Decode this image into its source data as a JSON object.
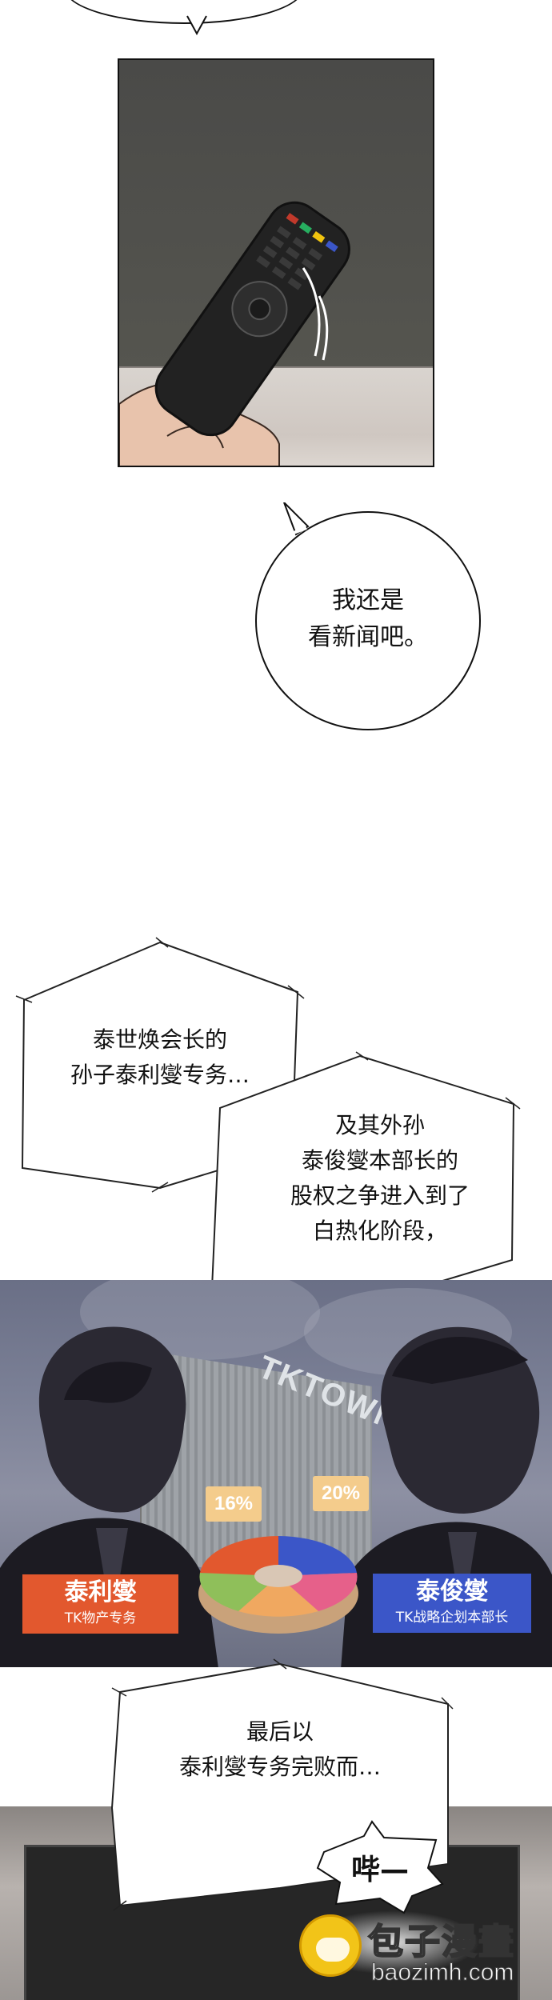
{
  "panels": {
    "bubble_news": {
      "lines": [
        "我还是",
        "看新闻吧。"
      ]
    },
    "caption_1": {
      "lines": [
        "泰世焕会长的",
        "孙子泰利燮专务…"
      ]
    },
    "caption_2": {
      "lines": [
        "及其外孙",
        "泰俊燮本部长的",
        "股权之争进入到了",
        "白热化阶段，"
      ]
    },
    "infographic": {
      "building_sign": "TKTOWN",
      "left_name": "泰利燮",
      "left_title": "TK物产专务",
      "right_name": "泰俊燮",
      "right_title": "TK战略企划本部长",
      "left_percent": "16%",
      "right_percent": "20%",
      "colors": {
        "left_box": "#e2582e",
        "right_box": "#3b56c8",
        "percent_tag": "#f4cc8c",
        "slices": [
          "#3b56c8",
          "#e6608a",
          "#f0a860",
          "#8fbf5a",
          "#e2582e"
        ]
      }
    },
    "caption_3": {
      "lines": [
        "最后以",
        "泰利燮专务完败而…"
      ]
    },
    "sfx": {
      "text": "哔—"
    }
  },
  "watermark": {
    "title": "包子漫畫",
    "url": "baozimh.com"
  }
}
